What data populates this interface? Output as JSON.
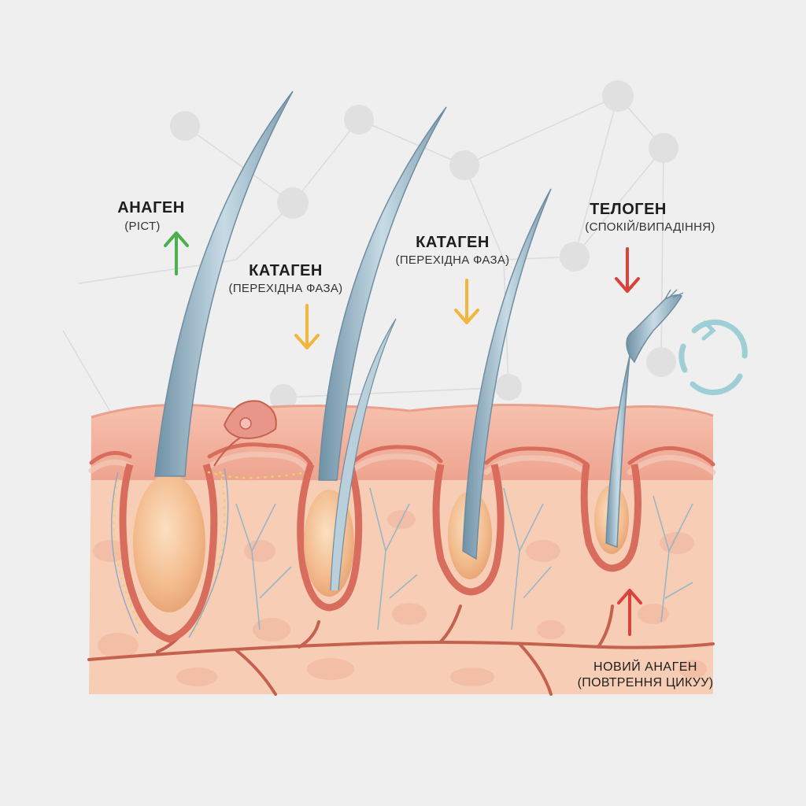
{
  "phases": [
    {
      "title": "АНАГЕН",
      "subtitle": "(РІСТ)",
      "arrow": "up",
      "color": "#4caf50"
    },
    {
      "title": "КАТАГЕН",
      "subtitle": "(ПЕРЕХІДНА ФАЗА)",
      "arrow": "down",
      "color": "#f2b63c"
    },
    {
      "title": "КАТАГЕН",
      "subtitle": "(ПЕРЕХІДНА ФАЗА)",
      "arrow": "down",
      "color": "#f2b63c"
    },
    {
      "title": "ТЕЛОГЕН",
      "subtitle": "(СПОКІЙ/ВИПАДІННЯ)",
      "arrow": "down",
      "color": "#d9433b"
    }
  ],
  "footer": {
    "title": "НОВИЙ АНАГЕН",
    "subtitle": "(ПОВТРЕННЯ ЦИКУУ)",
    "arrow": "up",
    "color": "#d9433b"
  },
  "colors": {
    "skin_top": "#f3b4a2",
    "skin_body": "#f6c9b0",
    "follicle_wall": "#d86d5d",
    "hair": "#8fb0c2",
    "bulb": "#f1b98a",
    "vessel": "#8fb5c8",
    "cycle_icon": "#9fcfd6"
  },
  "icons": [
    "arrow-up-icon",
    "arrow-down-icon",
    "cycle-icon"
  ]
}
